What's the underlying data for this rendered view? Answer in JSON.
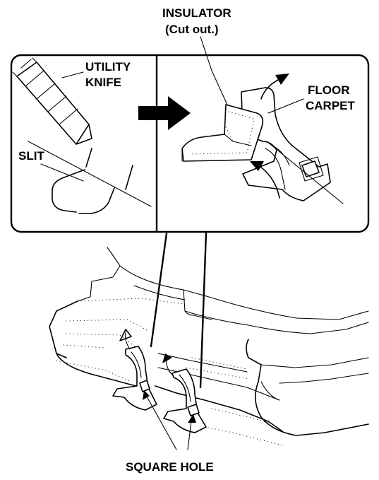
{
  "labels": {
    "insulator_line1": "INSULATOR",
    "insulator_line2": "(Cut out.)",
    "utility_knife_line1": "UTILITY",
    "utility_knife_line2": "KNIFE",
    "floor_carpet_line1": "FLOOR",
    "floor_carpet_line2": "CARPET",
    "slit": "SLIT",
    "square_hole": "SQUARE HOLE"
  },
  "colors": {
    "line": "#000000",
    "background": "#ffffff"
  }
}
